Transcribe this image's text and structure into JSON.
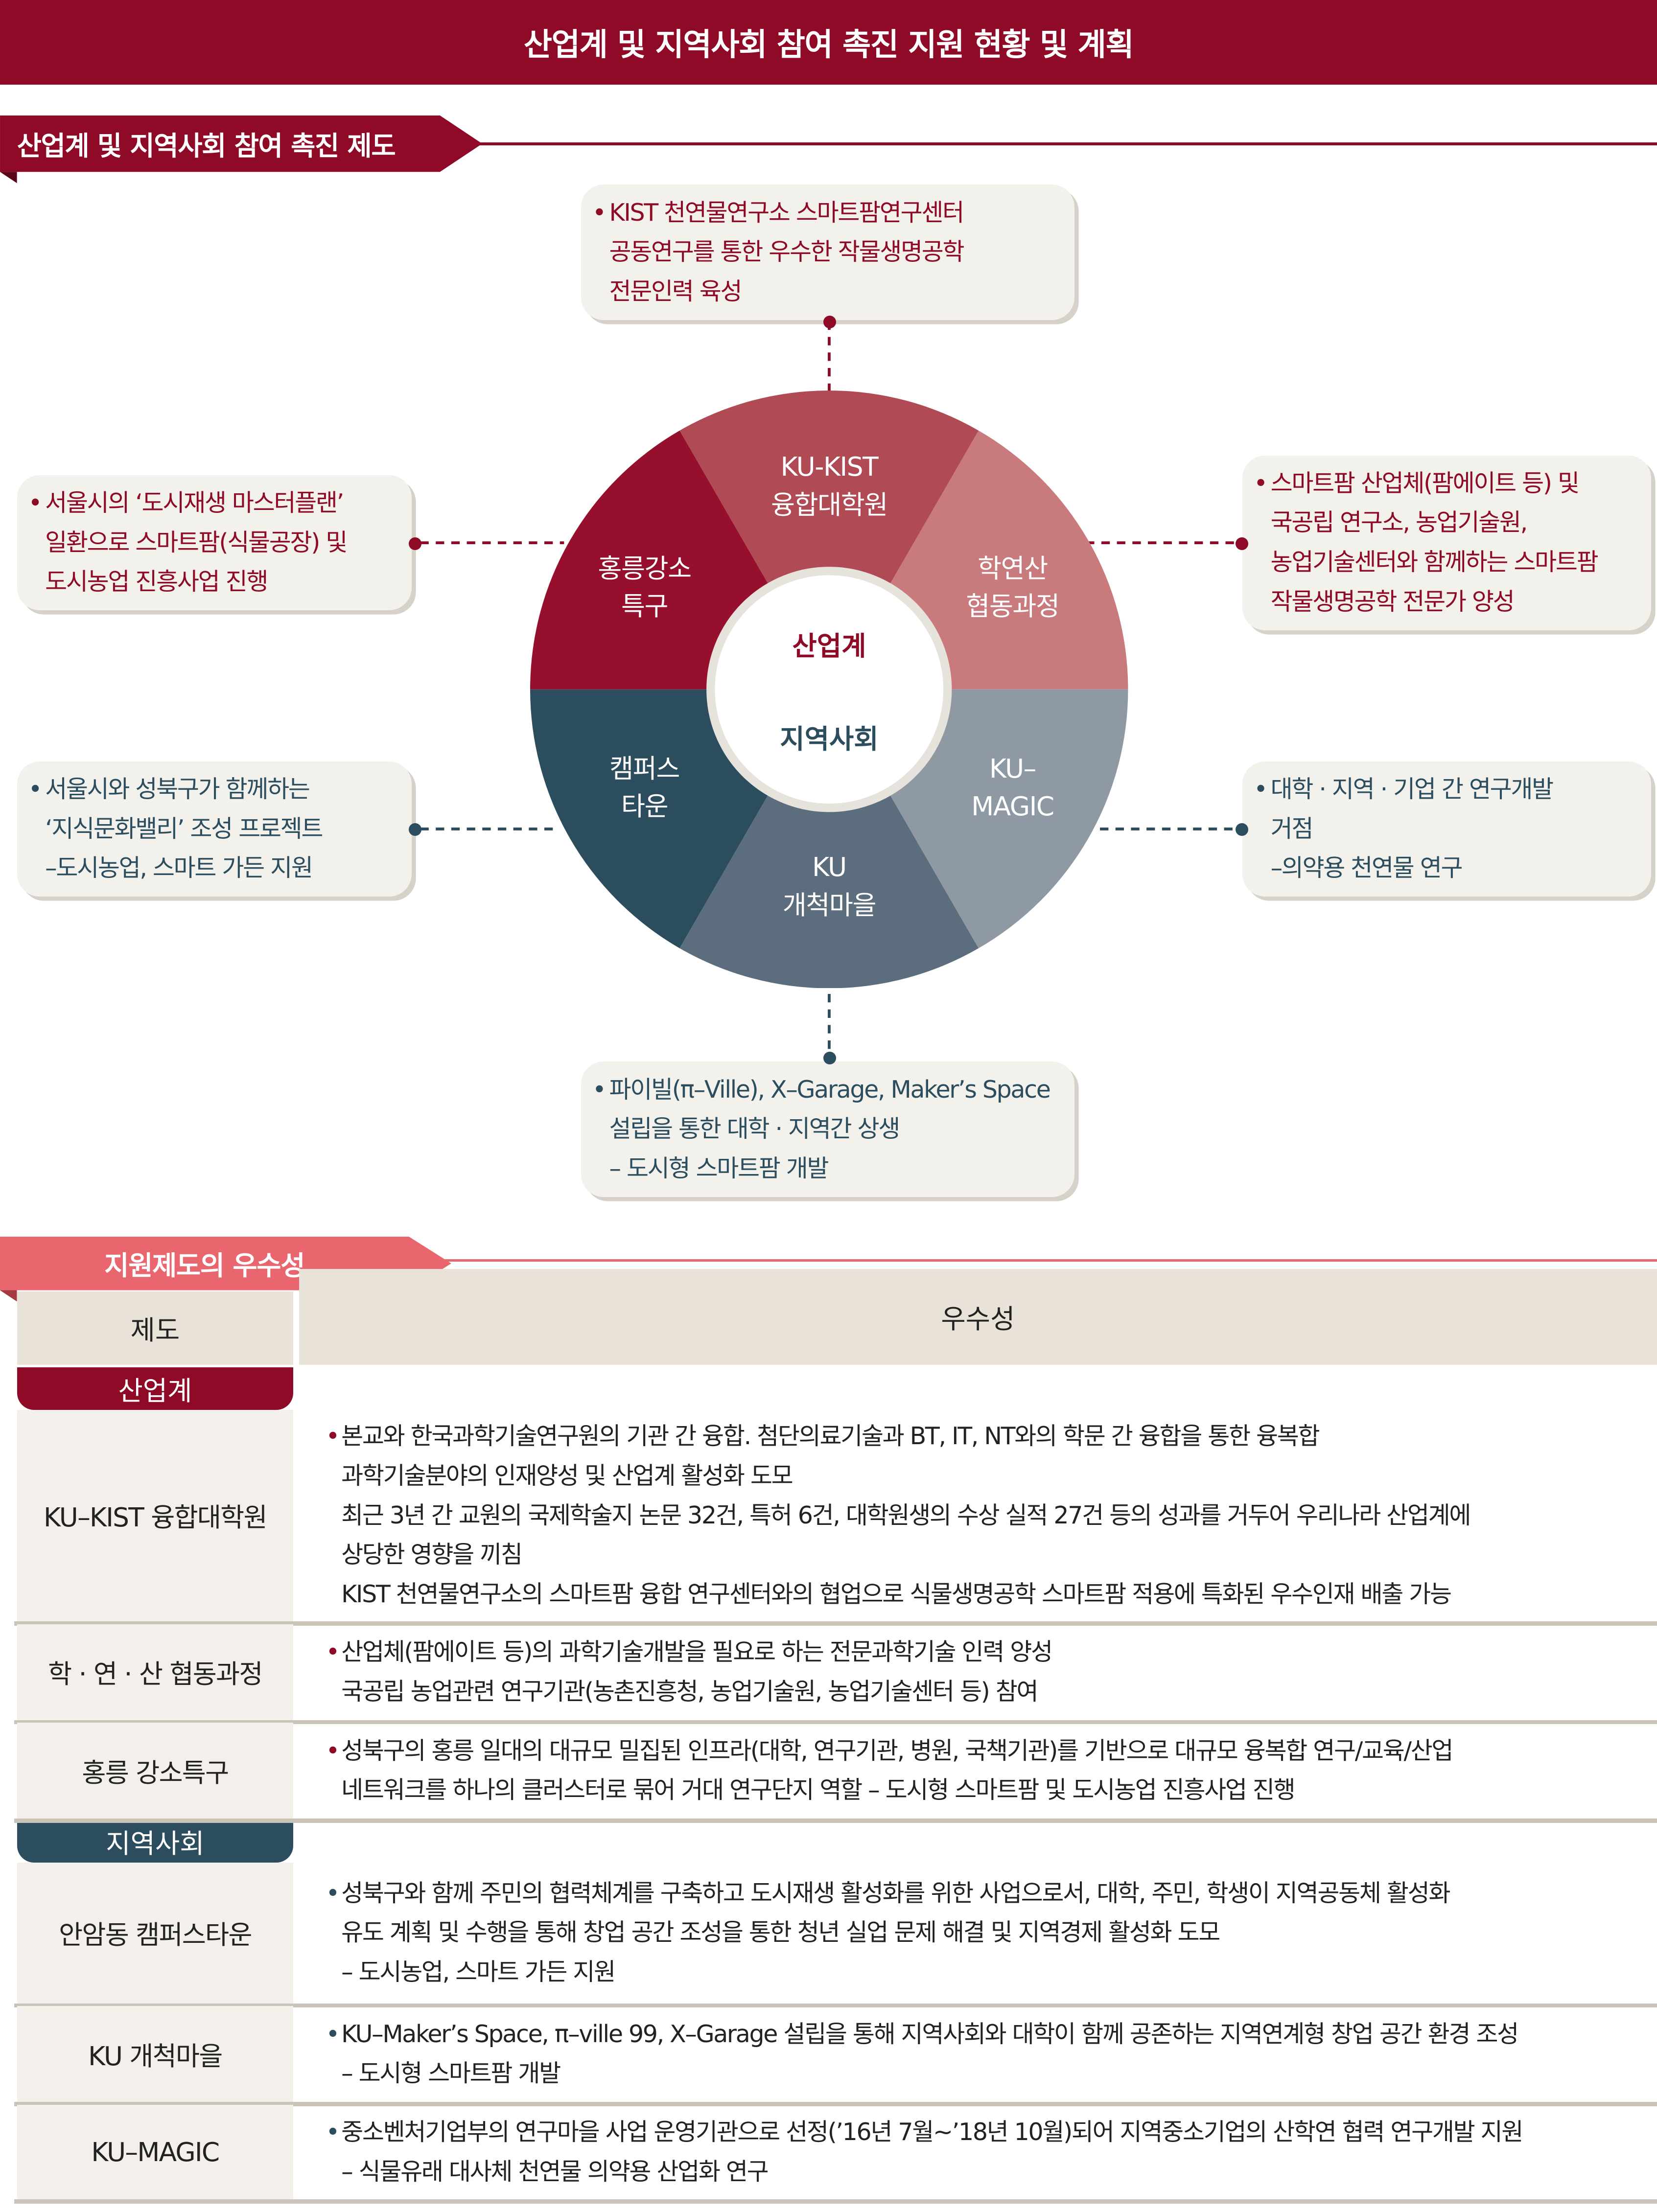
{
  "title": "산업계 및 지역사회 참여 촉진 지원 현황 및 계획",
  "section1": {
    "heading": "산업계 및 지역사회 참여 촉진 제도",
    "wheel": {
      "center_top": "산업계",
      "center_bottom": "지역사회",
      "segments": [
        {
          "label": "학연산\n협동과정",
          "color": "#c97a7c"
        },
        {
          "label": "KU-KIST\n융합대학원",
          "color": "#b04b56"
        },
        {
          "label": "홍릉강소\n특구",
          "color": "#96102d"
        },
        {
          "label": "캠퍼스\n타운",
          "color": "#2b4d5e"
        },
        {
          "label": "KU\n개척마을",
          "color": "#5c6e7e"
        },
        {
          "label": "KU–\nMAGIC",
          "color": "#8e99a4"
        }
      ]
    },
    "callouts": {
      "top": [
        "KIST 천연물연구소 스마트팜연구센터",
        "공동연구를 통한 우수한 작물생명공학",
        "전문인력 육성"
      ],
      "left_top": [
        "서울시의 ‘도시재생 마스터플랜’",
        "일환으로 스마트팜(식물공장) 및",
        "도시농업 진흥사업 진행"
      ],
      "right_top": [
        "스마트팜 산업체(팜에이트 등) 및",
        "국공립 연구소, 농업기술원,",
        "농업기술센터와 함께하는 스마트팜",
        "작물생명공학 전문가 양성"
      ],
      "left_bottom": [
        "서울시와 성북구가 함께하는",
        "‘지식문화밸리’ 조성 프로젝트",
        "–도시농업, 스마트 가든 지원"
      ],
      "right_bottom": [
        "대학 · 지역 · 기업 간 연구개발",
        "거점",
        "–의약용 천연물 연구"
      ],
      "bottom": [
        "파이빌(π–Ville), X–Garage, Maker’s Space",
        "설립을 통한 대학 · 지역간 상생",
        "– 도시형 스마트팜 개발"
      ]
    }
  },
  "section2": {
    "heading": "지원제도의 우수성",
    "col_headers": [
      "제도",
      "우수성"
    ],
    "groups": [
      {
        "category": "산업계",
        "rows": [
          {
            "name": "KU–KIST 융합대학원",
            "lines": [
              "본교와 한국과학기술연구원의 기관 간 융합. 첨단의료기술과 BT, IT, NT와의 학문 간 융합을 통한 융복합",
              "과학기술분야의 인재양성 및 산업계 활성화 도모",
              "최근 3년 간 교원의 국제학술지 논문 32건, 특허 6건, 대학원생의 수상 실적 27건 등의 성과를 거두어 우리나라 산업계에",
              "상당한 영향을 끼침",
              "KIST 천연물연구소의 스마트팜 융합 연구센터와의 협업으로 식물생명공학 스마트팜 적용에 특화된 우수인재 배출 가능"
            ]
          },
          {
            "name": "학 · 연 · 산 협동과정",
            "lines": [
              "산업체(팜에이트 등)의 과학기술개발을 필요로 하는 전문과학기술 인력 양성",
              "국공립 농업관련 연구기관(농촌진흥청, 농업기술원, 농업기술센터 등) 참여"
            ]
          },
          {
            "name": "홍릉 강소특구",
            "lines": [
              "성북구의 홍릉 일대의 대규모 밀집된 인프라(대학, 연구기관, 병원, 국책기관)를 기반으로 대규모 융복합 연구/교육/산업",
              "네트워크를 하나의 클러스터로 묶어 거대 연구단지 역할  –  도시형 스마트팜 및 도시농업 진흥사업 진행"
            ]
          }
        ]
      },
      {
        "category": "지역사회",
        "rows": [
          {
            "name": "안암동 캠퍼스타운",
            "lines": [
              "성북구와 함께 주민의 협력체계를 구축하고 도시재생 활성화를 위한 사업으로서, 대학, 주민, 학생이 지역공동체 활성화",
              "유도 계획 및 수행을 통해 창업 공간 조성을 통한 청년 실업 문제 해결 및 지역경제 활성화 도모",
              "– 도시농업, 스마트 가든 지원"
            ]
          },
          {
            "name": "KU 개척마을",
            "lines": [
              "KU–Maker’s Space, π–ville 99, X–Garage 설립을 통해 지역사회와 대학이 함께 공존하는 지역연계형 창업 공간 환경 조성",
              "– 도시형 스마트팜 개발"
            ]
          },
          {
            "name": "KU–MAGIC",
            "lines": [
              "중소벤처기업부의 연구마을 사업 운영기관으로 선정(’16년 7월~’18년 10월)되어 지역중소기업의 산학연 협력 연구개발 지원",
              "– 식물유래 대사체 천연물 의약용 산업화 연구"
            ]
          }
        ]
      }
    ]
  },
  "colors": {
    "primary": "#8e0a26",
    "navy": "#2b4d5e",
    "coral": "#e9666e"
  }
}
